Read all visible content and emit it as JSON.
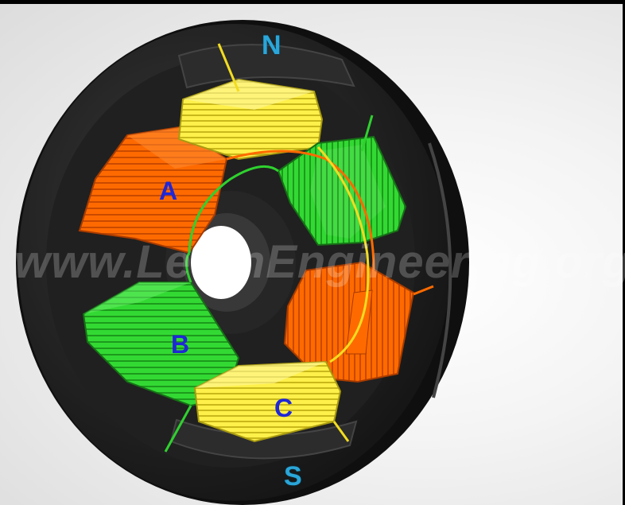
{
  "watermark": "www.LearnEngineering.org",
  "poles": {
    "north": "N",
    "south": "S"
  },
  "phases": {
    "a": "A",
    "b": "B",
    "c": "C"
  },
  "colors": {
    "phase_a": "#ff6a00",
    "phase_b": "#2fd12f",
    "phase_c": "#ffe830",
    "pole_label": "#2aa6d9",
    "coil_label": "#1f27d6",
    "stator": "#1b1b1b"
  }
}
